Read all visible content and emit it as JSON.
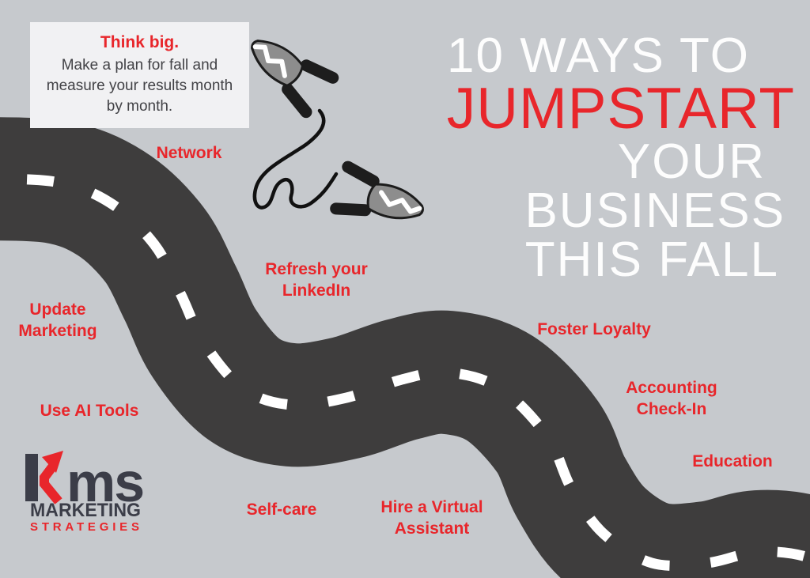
{
  "theme": {
    "background": "#c6c9cd",
    "road": "#3e3d3d",
    "dash": "#ffffff",
    "accent_red": "#e8262b",
    "title_white": "#fdfdfd",
    "dark_text": "#424246",
    "logo_dark": "#3b3d48",
    "card_bg": "#f1f1f3"
  },
  "title": {
    "lines": [
      {
        "text": "10 WAYS TO",
        "color": "white"
      },
      {
        "text": "JUMPSTART",
        "color": "red"
      },
      {
        "text": "YOUR",
        "color": "white"
      },
      {
        "text": "BUSINESS",
        "color": "white"
      },
      {
        "text": "THIS FALL",
        "color": "white"
      }
    ]
  },
  "callout": {
    "heading": "Think big.",
    "body": "Make a plan for fall and measure your results month by month."
  },
  "labels": [
    {
      "text": "Network"
    },
    {
      "text": "Refresh your LinkedIn"
    },
    {
      "text": "Update Marketing"
    },
    {
      "text": "Use AI Tools"
    },
    {
      "text": "Foster Loyalty"
    },
    {
      "text": "Accounting Check-In"
    },
    {
      "text": "Education"
    },
    {
      "text": "Self-care"
    },
    {
      "text": "Hire a Virtual Assistant"
    }
  ],
  "logo": {
    "brand": "kms",
    "brand_suffix": "ms",
    "word1": "MARKETING",
    "word2": "STRATEGIES"
  },
  "icons": {
    "jumper_cables": "jumper-cables",
    "logo_arrow": "up-right-arrow"
  }
}
